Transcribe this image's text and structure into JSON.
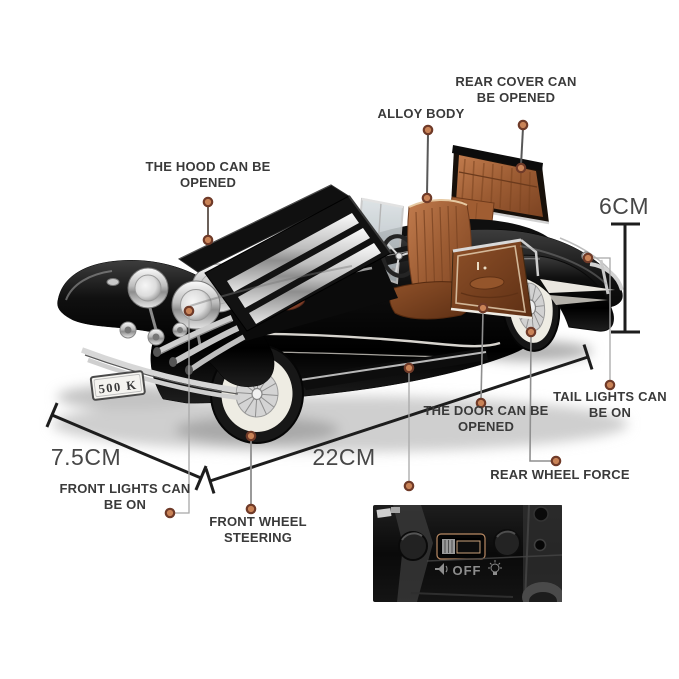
{
  "callouts": {
    "rear_cover": {
      "line1": "REAR COVER CAN",
      "line2": "BE OPENED"
    },
    "alloy_body": {
      "line1": "ALLOY BODY"
    },
    "hood": {
      "line1": "THE HOOD CAN BE",
      "line2": "OPENED"
    },
    "tail_lights": {
      "line1": "TAIL LIGHTS CAN",
      "line2": "BE ON"
    },
    "door": {
      "line1": "THE DOOR CAN BE",
      "line2": "OPENED"
    },
    "rear_wheel_force": {
      "line1": "REAR WHEEL FORCE"
    },
    "front_lights": {
      "line1": "FRONT LIGHTS CAN",
      "line2": "BE ON"
    },
    "front_wheel_steering": {
      "line1": "FRONT WHEEL",
      "line2": "STEERING"
    }
  },
  "dimensions": {
    "height": "6CM",
    "length": "22CM",
    "width": "7.5CM"
  },
  "car": {
    "license_plate": "500 K"
  },
  "inset": {
    "switch_label": "OFF",
    "icons": [
      "speaker-icon",
      "bulb-icon"
    ]
  },
  "colors": {
    "label_text": "#3a3a3a",
    "dimension_text": "#474747",
    "dimension_line": "#1d1d1d",
    "dot_fill": "#c98357",
    "dot_ring": "#6f3a28",
    "car_body": "#0b0b0b",
    "leather": "#9c5c33",
    "whitewall": "#eeece3",
    "chrome": "#d9d9d9",
    "background": "#ffffff"
  }
}
